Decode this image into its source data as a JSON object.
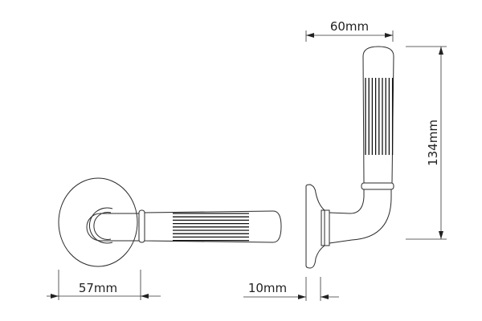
{
  "drawing": {
    "front_view": {
      "width_label": "57mm",
      "thickness_label": "10mm"
    },
    "side_view": {
      "projection_label": "60mm",
      "height_label": "134mm"
    }
  },
  "colors": {
    "line": "#2a2a2a",
    "background": "#ffffff"
  }
}
